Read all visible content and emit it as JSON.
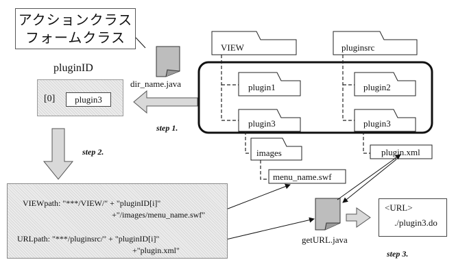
{
  "title_box": {
    "line1": "アクションクラス",
    "line2": "フォームクラス"
  },
  "plugin_id": {
    "label": "pluginID",
    "index": "[0]",
    "value": "plugin3"
  },
  "dir_file": "dir_name.java",
  "folders": {
    "view": "VIEW",
    "pluginsrc": "pluginsrc",
    "plugin1": "plugin1",
    "plugin2": "plugin2",
    "plugin3_view": "plugin3",
    "plugin3_src": "plugin3",
    "images": "images",
    "menu_file": "menu_name.swf",
    "plugin_xml": "plugin.xml"
  },
  "steps": {
    "step1": "step 1.",
    "step2": "step 2.",
    "step3": "step 3."
  },
  "code_box": {
    "line1": "VIEWpath: \"***/VIEW/\" + \"pluginID[i]\"",
    "line2": "+\"/images/menu_name.swf\"",
    "line3": "URLpath: \"***/pluginsrc/\" + \"pluginID[i]\"",
    "line4": "+\"plugin.xml\""
  },
  "get_url_file": "getURL.java",
  "url_box": {
    "line1": "<URL>",
    "line2": "./plugin3.do"
  }
}
